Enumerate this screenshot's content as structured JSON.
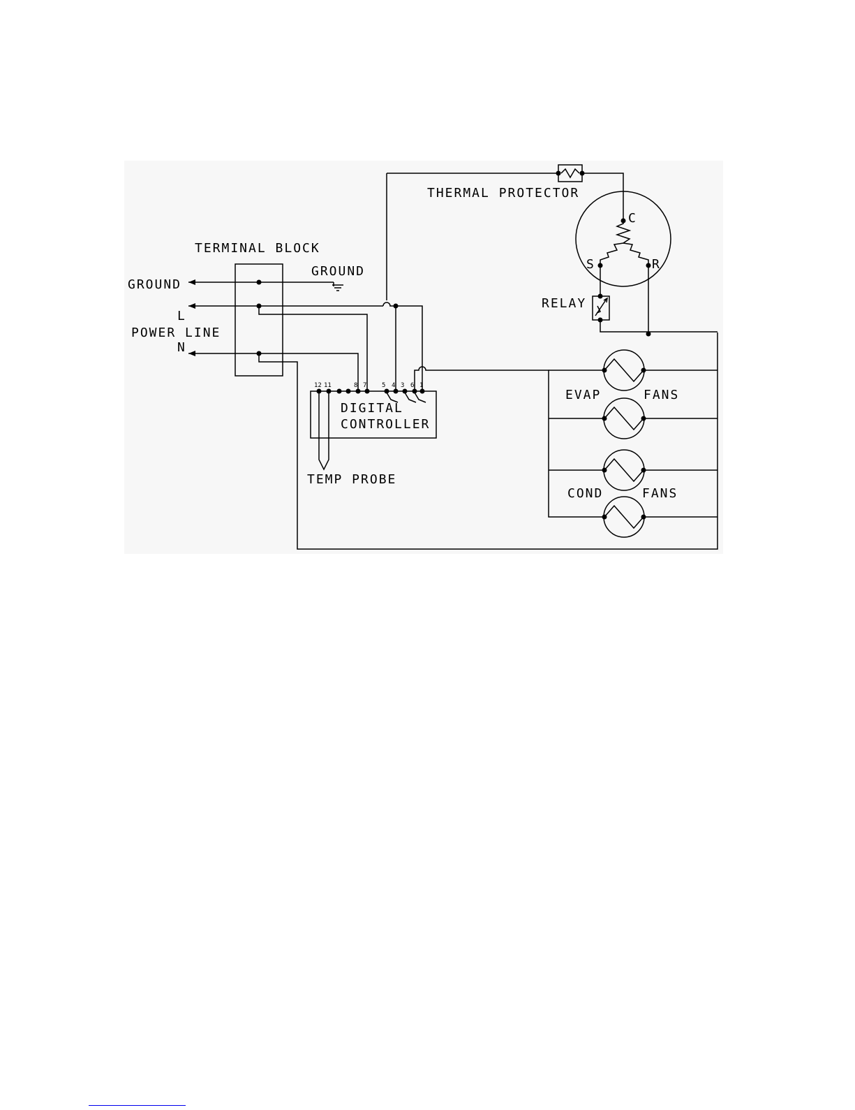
{
  "labels": {
    "thermal_protector": "THERMAL PROTECTOR",
    "terminal_block": "TERMINAL BLOCK",
    "ground_left": "GROUND",
    "ground_right": "GROUND",
    "l": "L",
    "power_line": "POWER LINE",
    "n": "N",
    "relay": "RELAY",
    "c": "C",
    "s": "S",
    "r": "R",
    "digital": "DIGITAL",
    "controller": "CONTROLLER",
    "temp_probe": "TEMP PROBE",
    "evap": "EVAP",
    "evap_fans": "FANS",
    "cond": "COND",
    "cond_fans": "FANS"
  },
  "pins": [
    "12",
    "11",
    "8",
    "7",
    "5",
    "4",
    "3",
    "6",
    "1"
  ],
  "colors": {
    "ink": "#000000",
    "panel": "#f7f7f7",
    "link": "#0000ee"
  }
}
